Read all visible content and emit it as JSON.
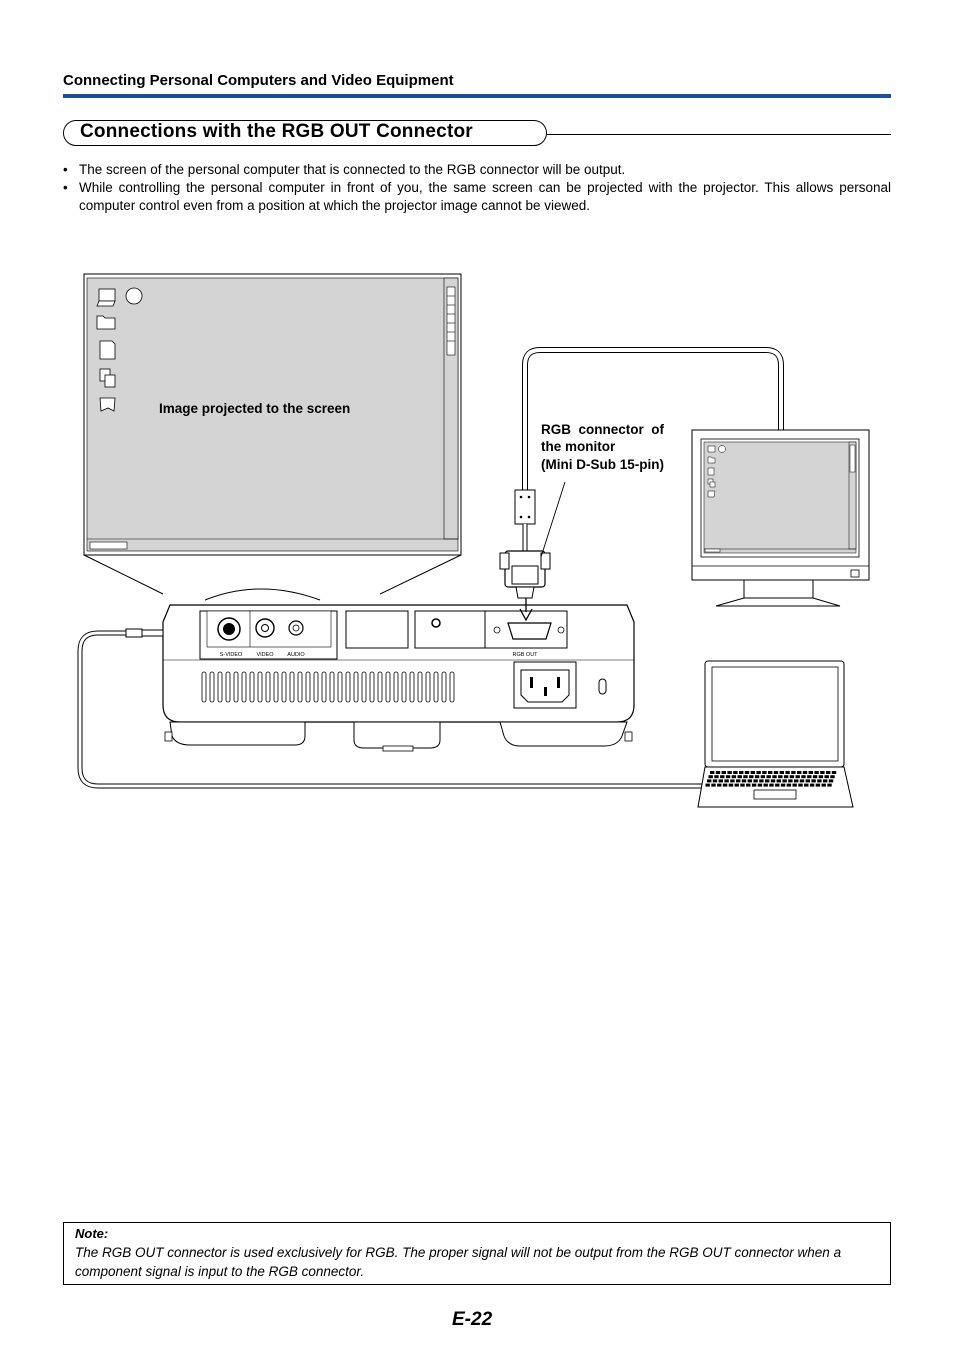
{
  "header": {
    "section": "Connecting Personal Computers and Video Equipment",
    "title": "Connections with the RGB OUT Connector"
  },
  "bullets": [
    "The screen of the personal computer that is connected to the RGB connector will be output.",
    "While controlling the personal computer in front of you, the same screen can be projected with the projector. This allows personal computer control even from a position at which the projector image cannot be viewed."
  ],
  "bullet_symbol": "•",
  "diagram": {
    "screen_label": "Image projected to the screen",
    "monitor_label_lines": [
      "RGB  connector  of",
      "the monitor",
      "(Mini D-Sub 15-pin)"
    ],
    "port_labels": {
      "svideo": "S-VIDEO",
      "video": "VIDEO",
      "audio": "AUDIO",
      "rgb_out": "RGB OUT"
    }
  },
  "note": {
    "title": "Note:",
    "body": "The RGB OUT connector is used exclusively for RGB. The proper signal will not be output from the RGB OUT connector when a component signal is input to the RGB connector."
  },
  "page_number": "E-22",
  "colors": {
    "header_rule": "#1f4e9c",
    "screen_fill": "#d4d4d4"
  }
}
